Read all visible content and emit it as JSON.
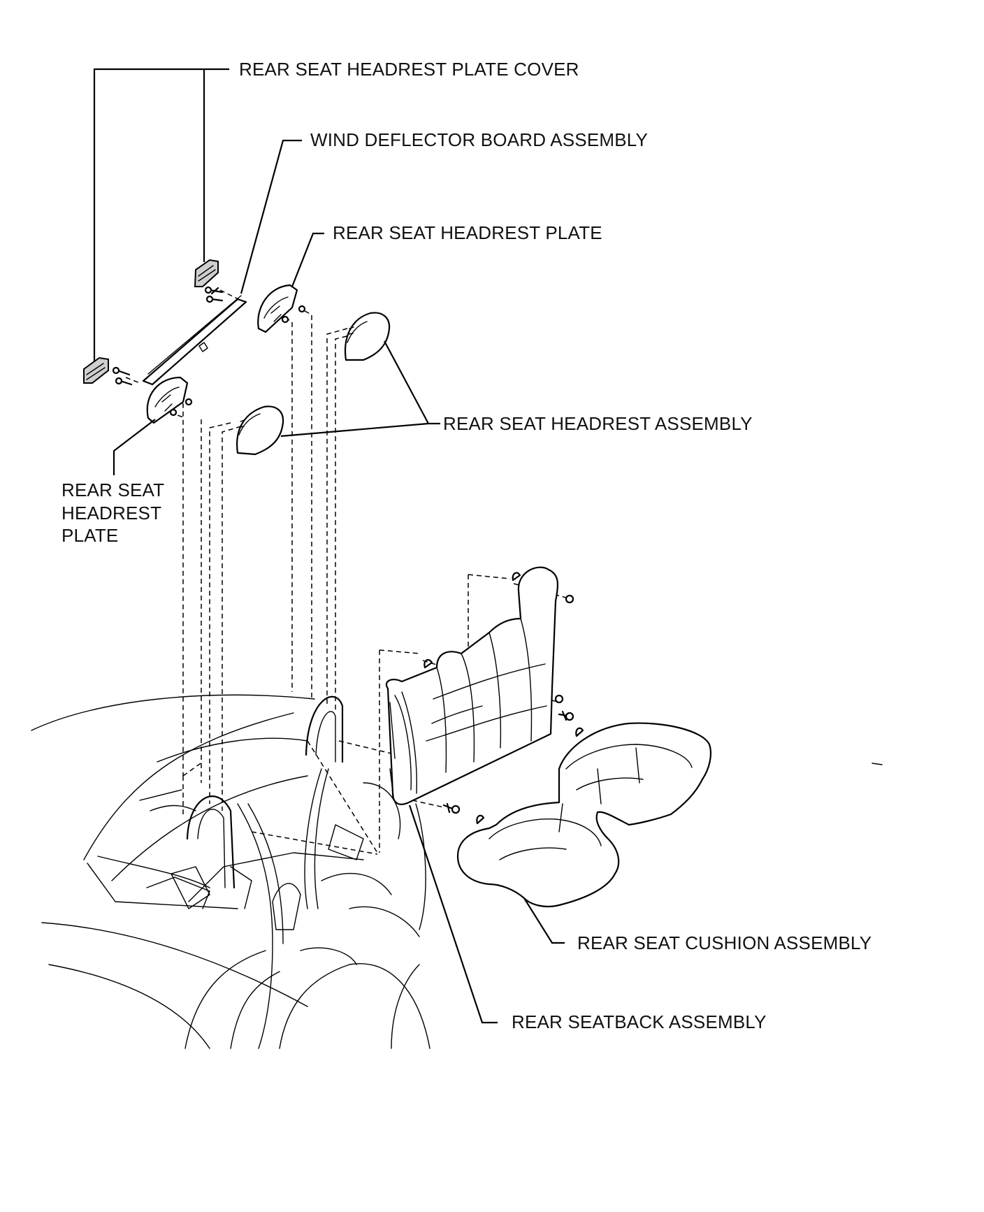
{
  "labels": {
    "plate_cover": "REAR SEAT HEADREST PLATE COVER",
    "wind_deflector": "WIND DEFLECTOR BOARD ASSEMBLY",
    "headrest_plate_right": "REAR SEAT HEADREST PLATE",
    "headrest_assembly": "REAR SEAT HEADREST ASSEMBLY",
    "headrest_plate_left_line1": "REAR SEAT",
    "headrest_plate_left_line2": "HEADREST",
    "headrest_plate_left_line3": "PLATE",
    "cushion_assembly": "REAR SEAT CUSHION ASSEMBLY",
    "seatback_assembly": "REAR SEATBACK ASSEMBLY"
  }
}
